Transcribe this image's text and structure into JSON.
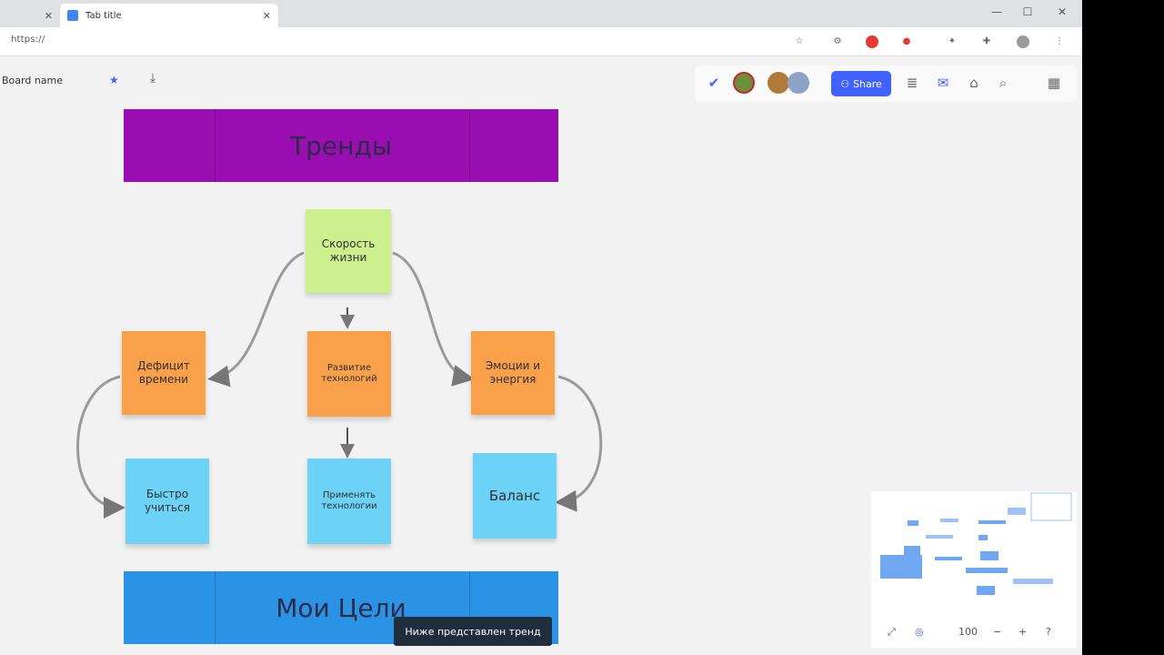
{
  "browser": {
    "tabs": [
      {
        "title": "",
        "close": "✕"
      },
      {
        "title": "Tab title",
        "close": "✕"
      }
    ],
    "window_controls": {
      "minimize": "—",
      "maximize": "☐",
      "close": "✕"
    },
    "url": "https://"
  },
  "board": {
    "name": "Board name",
    "star_icon": "★"
  },
  "toolbar": {
    "share_label": "Share",
    "share_icon": "⚇"
  },
  "canvas": {
    "top_frame": {
      "title": "Тренды",
      "color": "#9a0db0"
    },
    "bottom_frame": {
      "title": "Мои Цели",
      "color": "#2b93e6"
    },
    "stickies": [
      {
        "id": "green",
        "text": "Скорость жизни",
        "color": "#cdf08f"
      },
      {
        "id": "orange-left",
        "text": "Дефицит времени",
        "color": "#f9a04b"
      },
      {
        "id": "orange-mid",
        "text": "Развитие технологий",
        "color": "#f9a04b"
      },
      {
        "id": "orange-right",
        "text": "Эмоции и энергия",
        "color": "#f9a04b"
      },
      {
        "id": "blue-left",
        "text": "Быстро учиться",
        "color": "#6cd3f7"
      },
      {
        "id": "blue-mid",
        "text": "Применять технологии",
        "color": "#6cd3f7"
      },
      {
        "id": "blue-right",
        "text": "Баланс",
        "color": "#6cd3f7"
      }
    ],
    "tooltip": "Ниже представлен тренд"
  },
  "minimap": {
    "zoom": "100"
  }
}
